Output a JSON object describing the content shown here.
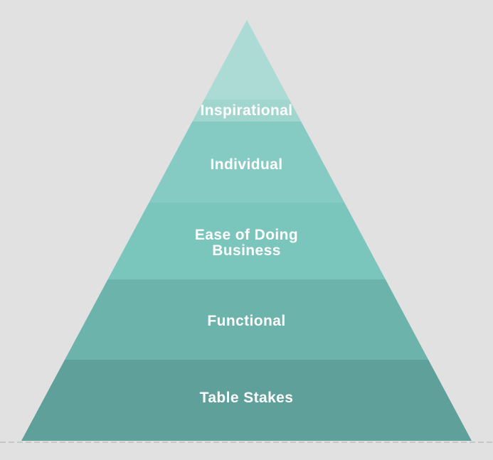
{
  "canvas": {
    "background_color": "#e1e1e1"
  },
  "baseline": {
    "style": "dashed",
    "color": "#c6c8c7"
  },
  "pyramid": {
    "type": "pyramid-diagram",
    "label_color": "#ffffff",
    "cap": {
      "label": "",
      "color": "#acdad4"
    },
    "tiers": [
      {
        "label": "Inspirational",
        "color": "#a1d6cf"
      },
      {
        "label": "Individual",
        "color": "#85cbc3"
      },
      {
        "label": "Ease of Doing Business",
        "color": "#7ac6bd"
      },
      {
        "label": "Functional",
        "color": "#6bb3ab"
      },
      {
        "label": "Table Stakes",
        "color": "#5fa19a"
      }
    ]
  }
}
